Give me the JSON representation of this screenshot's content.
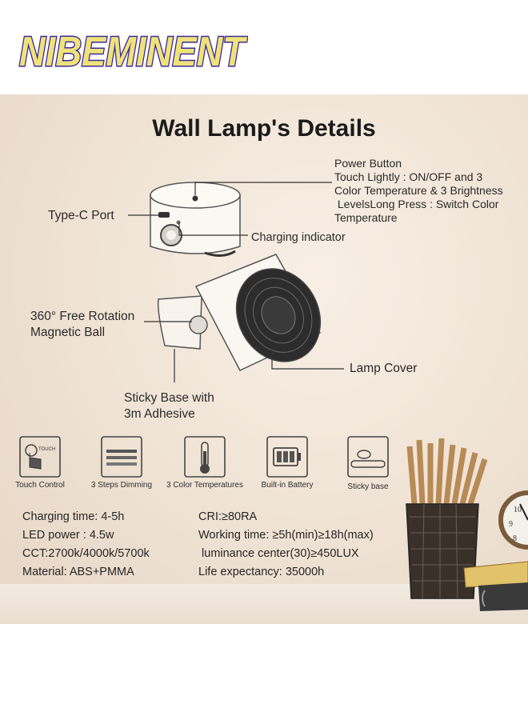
{
  "logo": {
    "text": "NIBEMINENT"
  },
  "title": "Wall Lamp's Details",
  "callouts": {
    "power": [
      "Power Button",
      "Touch Lightly : ON/OFF and 3",
      "Color Temperature & 3 Brightness",
      " LevelsLong Press : Switch Color",
      "Temperature"
    ],
    "type_c": "Type-C  Port",
    "charging": "Charging indicator",
    "rotation": [
      "360° Free Rotation",
      "Magnetic Ball"
    ],
    "lamp_cover": "Lamp Cover",
    "sticky": [
      "Sticky Base with",
      "3m Adhesive"
    ]
  },
  "features": [
    {
      "icon": "touch-icon",
      "label": "Touch Control",
      "icon_text": "TOUCH"
    },
    {
      "icon": "dimming-icon",
      "label": "3 Steps Dimming"
    },
    {
      "icon": "thermometer-icon",
      "label": "3 Color Temperatures"
    },
    {
      "icon": "battery-icon",
      "label": "Built-in Battery"
    },
    {
      "icon": "sticky-base-icon",
      "label": "Sticky base"
    }
  ],
  "specs": {
    "left": [
      "Charging time: 4-5h",
      "LED power : 4.5w",
      "CCT:2700k/4000k/5700k",
      "Material: ABS+PMMA"
    ],
    "right": [
      "CRI:≥80RA",
      "Working time: ≥5h(min)≥18h(max)",
      " luminance center(30)≥450LUX",
      "Life expectancy: 35000h"
    ]
  },
  "clock_digits": [
    "10",
    "9",
    "8"
  ],
  "colors": {
    "panel_bg": "#efe2d3",
    "logo_fill": "#f0e27a",
    "logo_outline": "#3b2a9c",
    "lamp_body": "#fbf7f2"
  }
}
